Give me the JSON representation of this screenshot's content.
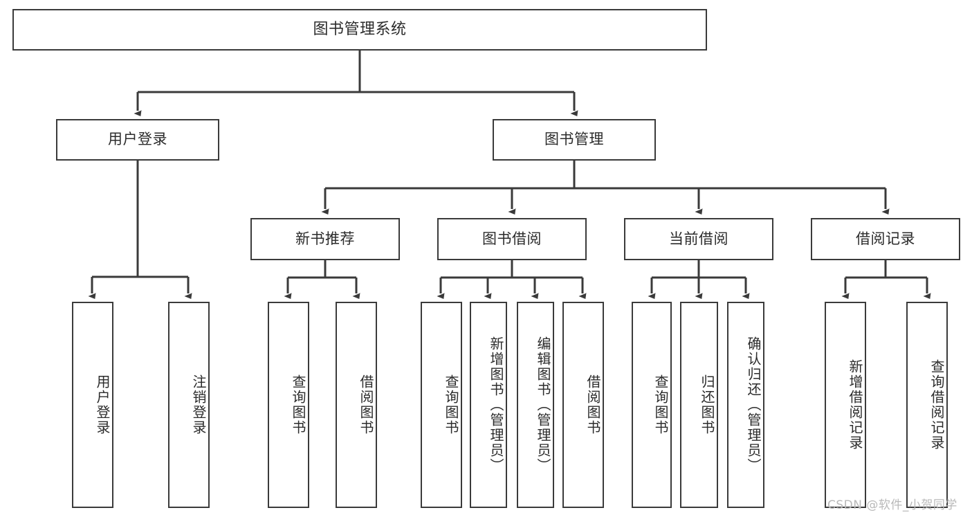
{
  "diagram": {
    "title": "图书管理系统",
    "watermark": "CSDN @软件_小贺同学",
    "style": {
      "box_border_color": "#3a3a3a",
      "box_fill": "#ffffff",
      "line_color": "#3a3a3a",
      "text_color": "#2b2b2b",
      "background": "#ffffff",
      "watermark_color": "#b9b9b9"
    },
    "nodes": {
      "root": {
        "label": "图书管理系统",
        "level": 1,
        "orientation": "horizontal"
      },
      "n_user_login": {
        "label": "用户登录",
        "level": 2,
        "orientation": "horizontal"
      },
      "n_book_mgmt": {
        "label": "图书管理",
        "level": 2,
        "orientation": "horizontal"
      },
      "n_new_book_rec": {
        "label": "新书推荐",
        "level": 3,
        "orientation": "horizontal"
      },
      "n_book_borrow": {
        "label": "图书借阅",
        "level": 3,
        "orientation": "horizontal"
      },
      "n_current_borrow": {
        "label": "当前借阅",
        "level": 3,
        "orientation": "horizontal"
      },
      "n_borrow_record": {
        "label": "借阅记录",
        "level": 3,
        "orientation": "horizontal"
      },
      "l_user_login": {
        "label": "用户登录",
        "level": 3,
        "orientation": "vertical"
      },
      "l_logout": {
        "label": "注销登录",
        "level": 3,
        "orientation": "vertical"
      },
      "l_query_book_1": {
        "label": "查询图书",
        "level": 4,
        "orientation": "vertical"
      },
      "l_borrow_book_1": {
        "label": "借阅图书",
        "level": 4,
        "orientation": "vertical"
      },
      "l_query_book_2": {
        "label": "查询图书",
        "level": 4,
        "orientation": "vertical"
      },
      "l_add_book": {
        "label": "新增图书（管理员）",
        "level": 4,
        "orientation": "vertical"
      },
      "l_edit_book": {
        "label": "编辑图书（管理员）",
        "level": 4,
        "orientation": "vertical"
      },
      "l_borrow_book_2": {
        "label": "借阅图书",
        "level": 4,
        "orientation": "vertical"
      },
      "l_query_book_3": {
        "label": "查询图书",
        "level": 4,
        "orientation": "vertical"
      },
      "l_return_book": {
        "label": "归还图书",
        "level": 4,
        "orientation": "vertical"
      },
      "l_confirm_return": {
        "label": "确认归还（管理员）",
        "level": 4,
        "orientation": "vertical"
      },
      "l_add_record": {
        "label": "新增借阅记录",
        "level": 4,
        "orientation": "vertical"
      },
      "l_query_record": {
        "label": "查询借阅记录",
        "level": 4,
        "orientation": "vertical"
      }
    },
    "edges": [
      {
        "from": "root",
        "to": "n_user_login"
      },
      {
        "from": "root",
        "to": "n_book_mgmt"
      },
      {
        "from": "n_user_login",
        "to": "l_user_login"
      },
      {
        "from": "n_user_login",
        "to": "l_logout"
      },
      {
        "from": "n_book_mgmt",
        "to": "n_new_book_rec"
      },
      {
        "from": "n_book_mgmt",
        "to": "n_book_borrow"
      },
      {
        "from": "n_book_mgmt",
        "to": "n_current_borrow"
      },
      {
        "from": "n_book_mgmt",
        "to": "n_borrow_record"
      },
      {
        "from": "n_new_book_rec",
        "to": "l_query_book_1"
      },
      {
        "from": "n_new_book_rec",
        "to": "l_borrow_book_1"
      },
      {
        "from": "n_book_borrow",
        "to": "l_query_book_2"
      },
      {
        "from": "n_book_borrow",
        "to": "l_add_book"
      },
      {
        "from": "n_book_borrow",
        "to": "l_edit_book"
      },
      {
        "from": "n_book_borrow",
        "to": "l_borrow_book_2"
      },
      {
        "from": "n_current_borrow",
        "to": "l_query_book_3"
      },
      {
        "from": "n_current_borrow",
        "to": "l_return_book"
      },
      {
        "from": "n_current_borrow",
        "to": "l_confirm_return"
      },
      {
        "from": "n_borrow_record",
        "to": "l_add_record"
      },
      {
        "from": "n_borrow_record",
        "to": "l_query_record"
      }
    ]
  }
}
